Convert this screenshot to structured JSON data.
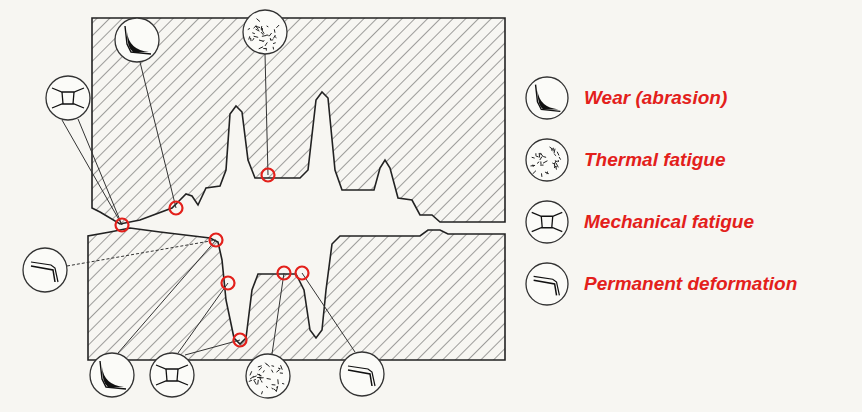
{
  "diagram": {
    "legend": [
      {
        "text": "Wear (abrasion)"
      },
      {
        "text": "Thermal fatigue"
      },
      {
        "text": "Mechanical fatigue"
      },
      {
        "text": "Permanent deformation"
      }
    ]
  }
}
